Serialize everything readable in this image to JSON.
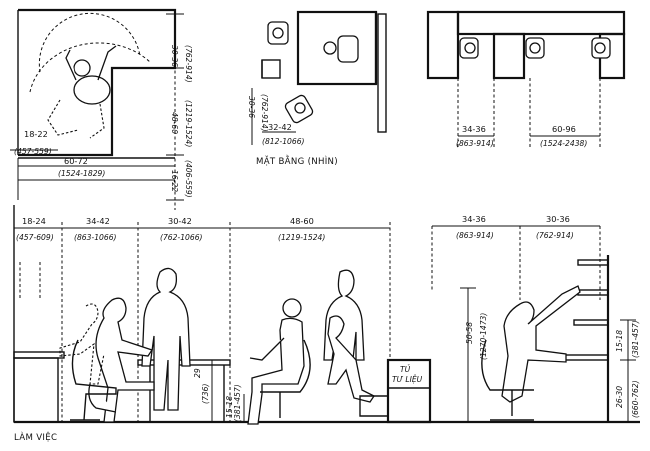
{
  "captions": {
    "plan": "MẶT BẰNG (NHÌN)",
    "elevation": "LÀM VIỆC",
    "cabinet_line1": "TỦ",
    "cabinet_line2": "TƯ LIỆU"
  },
  "plan_left": {
    "d1": "30-36",
    "d1m": "(762-914)",
    "d2": "48-60",
    "d2m": "(1219-1524)",
    "d3": "18-22",
    "d3m": "(457-559)",
    "d4": "60-72",
    "d4m": "(1524-1829)",
    "d5": "16-22",
    "d5m": "(406-559)"
  },
  "plan_middle": {
    "d1": "30-36",
    "d1m": "(762-914)",
    "d2": "32-42",
    "d2m": "(812-1066)"
  },
  "plan_right": {
    "d1": "34-36",
    "d1m": "(863-914)",
    "d2": "60-96",
    "d2m": "(1524-2438)"
  },
  "elevation_left": {
    "d1": "18-24",
    "d1m": "(457-609)",
    "d2": "34-42",
    "d2m": "(863-1066)",
    "d3": "30-42",
    "d3m": "(762-1066)",
    "d4": "48-60",
    "d4m": "(1219-1524)",
    "d5": "29",
    "d5m": "(736)",
    "d6": "15-18",
    "d6m": "(381-457)"
  },
  "elevation_right": {
    "d1": "34-36",
    "d1m": "(863-914)",
    "d2": "30-36",
    "d2m": "(762-914)",
    "d3": "50-58",
    "d3m": "(1270-1473)",
    "d4": "15-18",
    "d4m": "(381-457)",
    "d5": "26-30",
    "d5m": "(660-762)"
  }
}
